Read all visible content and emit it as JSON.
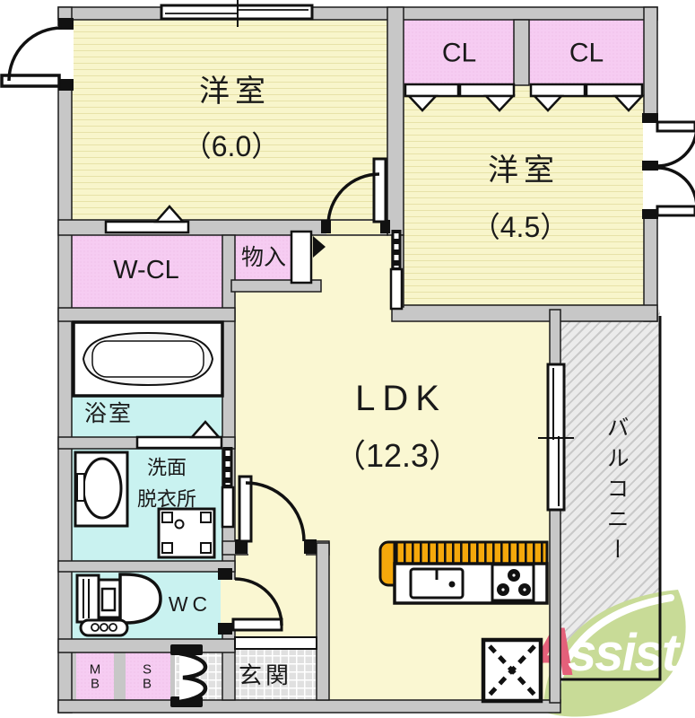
{
  "plan": {
    "rooms": {
      "yoshitsu6": {
        "name": "洋室",
        "size": "（6.0）"
      },
      "yoshitsu45": {
        "name": "洋室",
        "size": "（4.5）"
      },
      "cl1": "CL",
      "cl2": "CL",
      "wcl": "W-CL",
      "monoire": "物入",
      "bath": "浴室",
      "senmen_line1": "洗面",
      "senmen_line2": "脱衣所",
      "wc": "WC",
      "ldk": {
        "name": "LDK",
        "size": "（12.3）"
      },
      "balcony": "バルコニー",
      "genkan": "玄関",
      "mb_line1": "M",
      "mb_line2": "B",
      "sb_line1": "S",
      "sb_line2": "B"
    },
    "fixtures": [
      "bathtub-icon",
      "wash-basin-icon",
      "washing-machine-pan-icon",
      "toilet-icon",
      "kitchen-counter-icon",
      "kitchen-sink-icon",
      "stove-icon",
      "refrigerator-space-icon",
      "entrance-door-icon",
      "hinged-door-icon",
      "double-door-icon",
      "sliding-door-icon",
      "sliding-window-icon",
      "closet-door-icon"
    ],
    "logo": {
      "a": "A",
      "rest": "ssist"
    },
    "colors": {
      "tatami_yellow": "#f8f5cb",
      "tatami_stripe": "#e7e2a8",
      "ldk_yellow": "#faf7d2",
      "closet_pink": "#f6ccf2",
      "wet_cyan": "#c9f2f0",
      "wall_gray": "#c7c7c7",
      "tile_gray": "#e0e0e0",
      "counter_orange": "#f5a80b",
      "leaf_green": "#c8db97",
      "logo_red": "#e4607a",
      "line_black": "#1a1a1a"
    }
  }
}
